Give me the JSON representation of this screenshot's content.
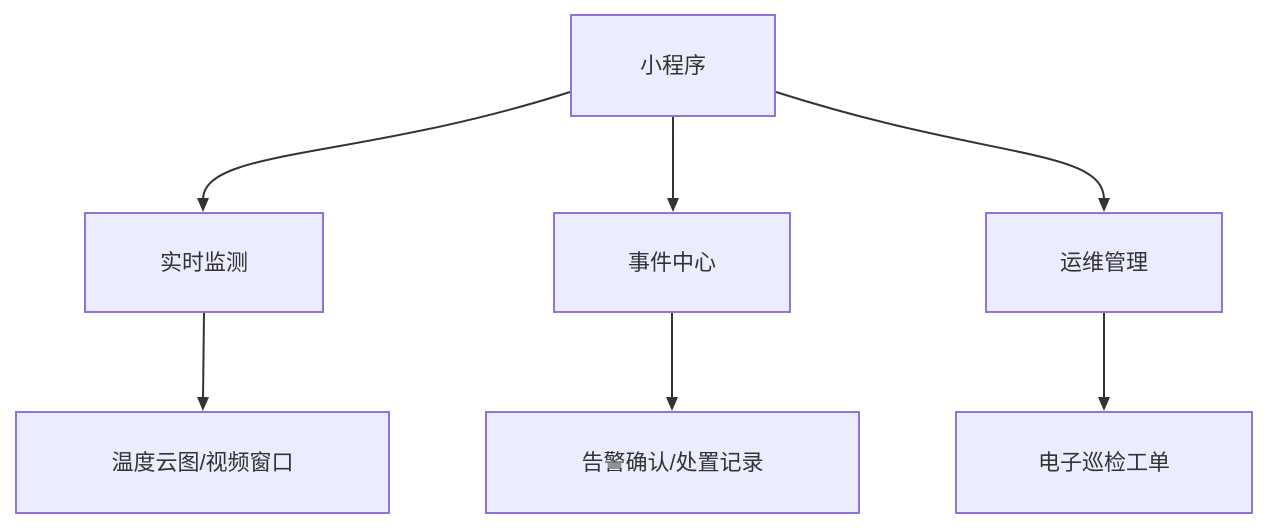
{
  "diagram": {
    "type": "flowchart",
    "direction": "top-down",
    "colors": {
      "node_fill": "#ECECFF",
      "node_border": "#9370DB",
      "edge_line": "#333333",
      "text": "#333333",
      "background": "#FFFFFF"
    },
    "nodes": {
      "root": {
        "label": "小程序"
      },
      "realtime": {
        "label": "实时监测"
      },
      "events": {
        "label": "事件中心"
      },
      "ops": {
        "label": "运维管理"
      },
      "thermal": {
        "label": "温度云图/视频窗口"
      },
      "alarm": {
        "label": "告警确认/处置记录"
      },
      "inspection": {
        "label": "电子巡检工单"
      }
    },
    "edges": [
      {
        "from": "小程序",
        "to": "实时监测"
      },
      {
        "from": "小程序",
        "to": "事件中心"
      },
      {
        "from": "小程序",
        "to": "运维管理"
      },
      {
        "from": "实时监测",
        "to": "温度云图/视频窗口"
      },
      {
        "from": "事件中心",
        "to": "告警确认/处置记录"
      },
      {
        "from": "运维管理",
        "to": "电子巡检工单"
      }
    ]
  }
}
